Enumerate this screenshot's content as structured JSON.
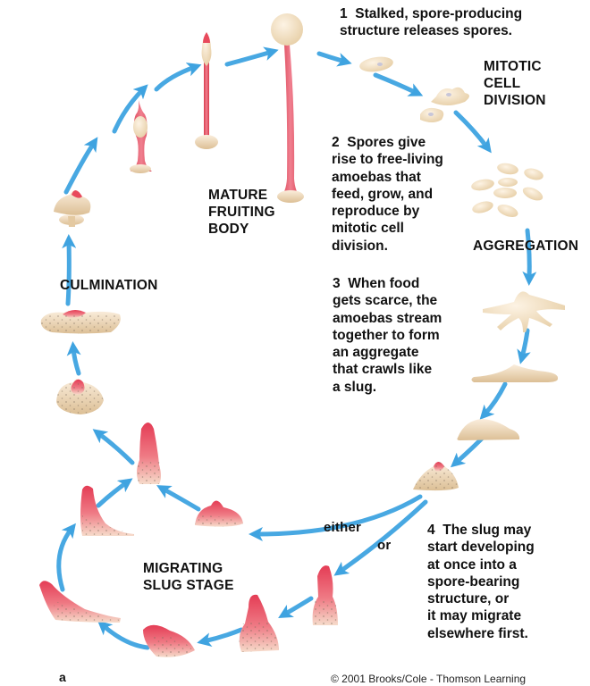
{
  "figure_label": "a",
  "copyright": "© 2001 Brooks/Cole - Thomson Learning",
  "stage_labels": {
    "mitotic_cell_division": "MITOTIC\nCELL\nDIVISION",
    "aggregation": "AGGREGATION",
    "mature_fruiting_body": "MATURE\nFRUITING\nBODY",
    "culmination": "CULMINATION",
    "migrating_slug_stage": "MIGRATING\nSLUG STAGE"
  },
  "steps": [
    {
      "number": "1",
      "text": "1  Stalked, spore-producing\nstructure releases spores."
    },
    {
      "number": "2",
      "text": "2  Spores give\nrise to free-living\namoebas that\nfeed, grow, and\nreproduce by\nmitotic cell\ndivision."
    },
    {
      "number": "3",
      "text": "3  When food\ngets scarce, the\namoebas stream\ntogether to form\nan aggregate\nthat crawls like\na slug."
    },
    {
      "number": "4",
      "text": "4  The slug may\nstart developing\nat once into a\nspore-bearing\nstructure, or\nit may migrate\nelsewhere first."
    }
  ],
  "branch_labels": {
    "either": "either",
    "or": "or"
  },
  "colors": {
    "arrow": "#3fa3e0",
    "body": "#f0d9b5",
    "tip": "#e8485a",
    "text": "#111111"
  }
}
